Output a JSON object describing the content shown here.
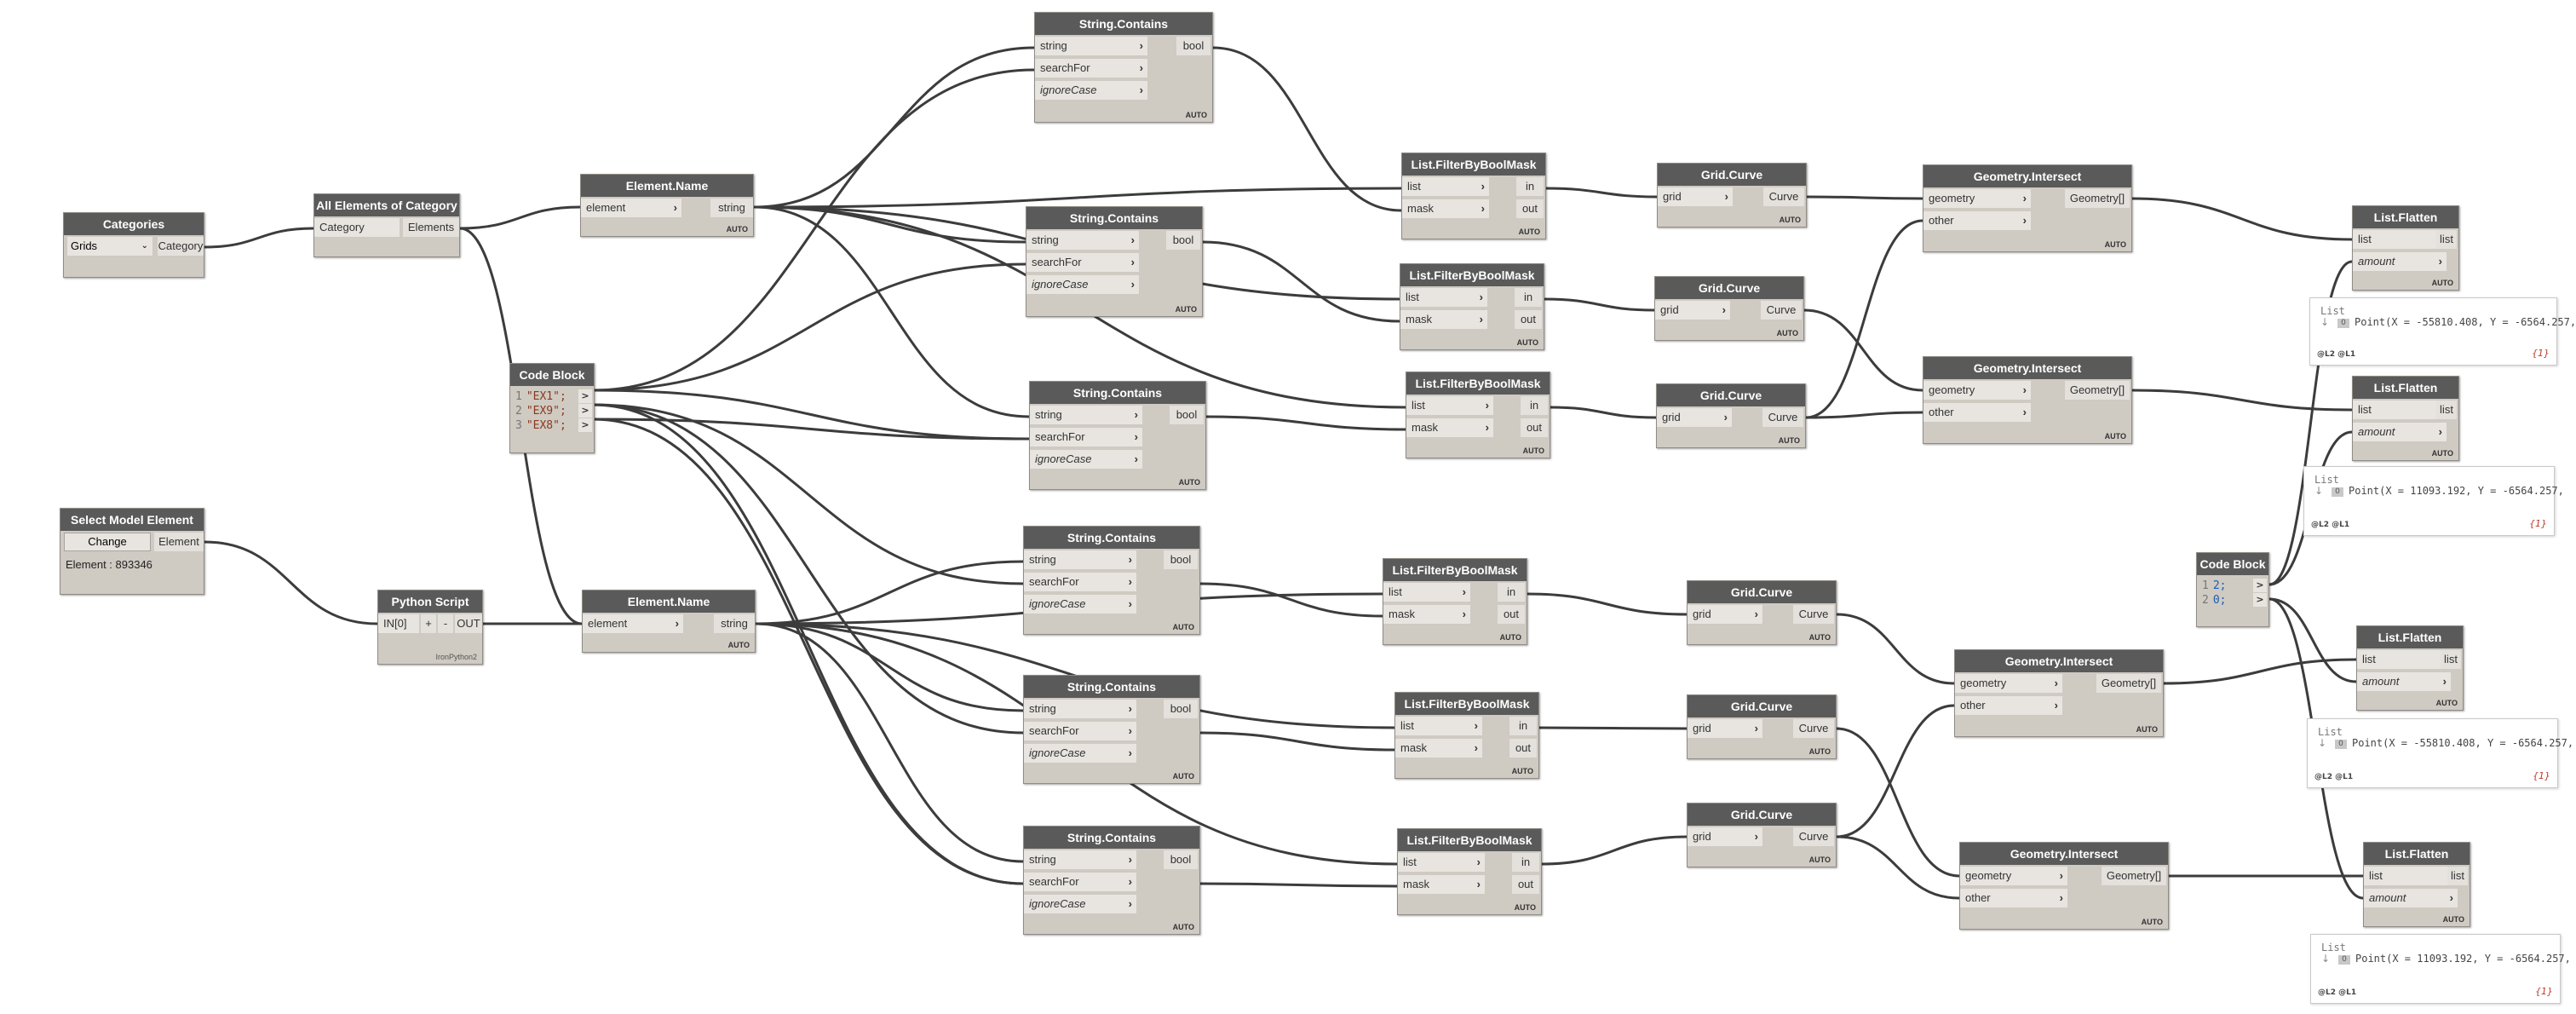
{
  "nodes": {
    "categories": {
      "title": "Categories",
      "dropdown_value": "Grids",
      "output": "Category"
    },
    "all_elements": {
      "title": "All Elements of Category",
      "input": "Category",
      "output": "Elements"
    },
    "element_name_1": {
      "title": "Element.Name",
      "input": "element",
      "output": "string",
      "auto": "AUTO"
    },
    "element_name_2": {
      "title": "Element.Name",
      "input": "element",
      "output": "string",
      "auto": "AUTO"
    },
    "code_block_1": {
      "title": "Code Block",
      "lines": [
        {
          "num": "1",
          "text": "\"EX1\";"
        },
        {
          "num": "2",
          "text": "\"EX9\";"
        },
        {
          "num": "3",
          "text": "\"EX8\";"
        }
      ],
      "out_glyph": ">"
    },
    "code_block_2": {
      "title": "Code Block",
      "lines": [
        {
          "num": "1",
          "text": "2;"
        },
        {
          "num": "2",
          "text": "0;"
        }
      ],
      "out_glyph": ">"
    },
    "select_model": {
      "title": "Select Model Element",
      "button": "Change",
      "output": "Element",
      "status": "Element : 893346"
    },
    "python": {
      "title": "Python Script",
      "input": "IN[0]",
      "plus": "+",
      "minus": "-",
      "output": "OUT",
      "footer": "IronPython2"
    },
    "contains": [
      {
        "title": "String.Contains",
        "inputs": [
          "string",
          "searchFor",
          "ignoreCase"
        ],
        "output": "bool",
        "auto": "AUTO"
      },
      {
        "title": "String.Contains",
        "inputs": [
          "string",
          "searchFor",
          "ignoreCase"
        ],
        "output": "bool",
        "auto": "AUTO"
      },
      {
        "title": "String.Contains",
        "inputs": [
          "string",
          "searchFor",
          "ignoreCase"
        ],
        "output": "bool",
        "auto": "AUTO"
      },
      {
        "title": "String.Contains",
        "inputs": [
          "string",
          "searchFor",
          "ignoreCase"
        ],
        "output": "bool",
        "auto": "AUTO"
      },
      {
        "title": "String.Contains",
        "inputs": [
          "string",
          "searchFor",
          "ignoreCase"
        ],
        "output": "bool",
        "auto": "AUTO"
      },
      {
        "title": "String.Contains",
        "inputs": [
          "string",
          "searchFor",
          "ignoreCase"
        ],
        "output": "bool",
        "auto": "AUTO"
      }
    ],
    "filters": [
      {
        "title": "List.FilterByBoolMask",
        "inputs": [
          "list",
          "mask"
        ],
        "outputs": [
          "in",
          "out"
        ],
        "auto": "AUTO"
      },
      {
        "title": "List.FilterByBoolMask",
        "inputs": [
          "list",
          "mask"
        ],
        "outputs": [
          "in",
          "out"
        ],
        "auto": "AUTO"
      },
      {
        "title": "List.FilterByBoolMask",
        "inputs": [
          "list",
          "mask"
        ],
        "outputs": [
          "in",
          "out"
        ],
        "auto": "AUTO"
      },
      {
        "title": "List.FilterByBoolMask",
        "inputs": [
          "list",
          "mask"
        ],
        "outputs": [
          "in",
          "out"
        ],
        "auto": "AUTO"
      },
      {
        "title": "List.FilterByBoolMask",
        "inputs": [
          "list",
          "mask"
        ],
        "outputs": [
          "in",
          "out"
        ],
        "auto": "AUTO"
      },
      {
        "title": "List.FilterByBoolMask",
        "inputs": [
          "list",
          "mask"
        ],
        "outputs": [
          "in",
          "out"
        ],
        "auto": "AUTO"
      }
    ],
    "grids": [
      {
        "title": "Grid.Curve",
        "input": "grid",
        "output": "Curve",
        "auto": "AUTO"
      },
      {
        "title": "Grid.Curve",
        "input": "grid",
        "output": "Curve",
        "auto": "AUTO"
      },
      {
        "title": "Grid.Curve",
        "input": "grid",
        "output": "Curve",
        "auto": "AUTO"
      },
      {
        "title": "Grid.Curve",
        "input": "grid",
        "output": "Curve",
        "auto": "AUTO"
      },
      {
        "title": "Grid.Curve",
        "input": "grid",
        "output": "Curve",
        "auto": "AUTO"
      },
      {
        "title": "Grid.Curve",
        "input": "grid",
        "output": "Curve",
        "auto": "AUTO"
      }
    ],
    "intersects": [
      {
        "title": "Geometry.Intersect",
        "inputs": [
          "geometry",
          "other"
        ],
        "output": "Geometry[]",
        "auto": "AUTO"
      },
      {
        "title": "Geometry.Intersect",
        "inputs": [
          "geometry",
          "other"
        ],
        "output": "Geometry[]",
        "auto": "AUTO"
      },
      {
        "title": "Geometry.Intersect",
        "inputs": [
          "geometry",
          "other"
        ],
        "output": "Geometry[]",
        "auto": "AUTO"
      },
      {
        "title": "Geometry.Intersect",
        "inputs": [
          "geometry",
          "other"
        ],
        "output": "Geometry[]",
        "auto": "AUTO"
      }
    ],
    "flattens": [
      {
        "title": "List.Flatten",
        "inputs": [
          "list",
          "amount"
        ],
        "output": "list",
        "auto": "AUTO"
      },
      {
        "title": "List.Flatten",
        "inputs": [
          "list",
          "amount"
        ],
        "output": "list",
        "auto": "AUTO"
      },
      {
        "title": "List.Flatten",
        "inputs": [
          "list",
          "amount"
        ],
        "output": "list",
        "auto": "AUTO"
      },
      {
        "title": "List.Flatten",
        "inputs": [
          "list",
          "amount"
        ],
        "output": "list",
        "auto": "AUTO"
      }
    ]
  },
  "previews": [
    {
      "title": "List",
      "arrow": "↓",
      "index": "0",
      "value": "Point(X = -55810.408, Y = -6564.257,",
      "levels": "@L2 @L1",
      "count": "{1}"
    },
    {
      "title": "List",
      "arrow": "↓",
      "index": "0",
      "value": "Point(X = 11093.192, Y = -6564.257,",
      "levels": "@L2 @L1",
      "count": "{1}"
    },
    {
      "title": "List",
      "arrow": "↓",
      "index": "0",
      "value": "Point(X = -55810.408, Y = -6564.257,",
      "levels": "@L2 @L1",
      "count": "{1}"
    },
    {
      "title": "List",
      "arrow": "↓",
      "index": "0",
      "value": "Point(X = 11093.192, Y = -6564.257,",
      "levels": "@L2 @L1",
      "count": "{1}"
    }
  ],
  "colors": {
    "canvas": "#ffffff",
    "node_body": "#cfcac2",
    "node_header": "#5a5a5a",
    "port": "#e8e5e0",
    "wire": "#3c3c3c",
    "string_literal": "#8a3a1e",
    "number_literal": "#1a5fb4",
    "count": "#c0392b"
  }
}
